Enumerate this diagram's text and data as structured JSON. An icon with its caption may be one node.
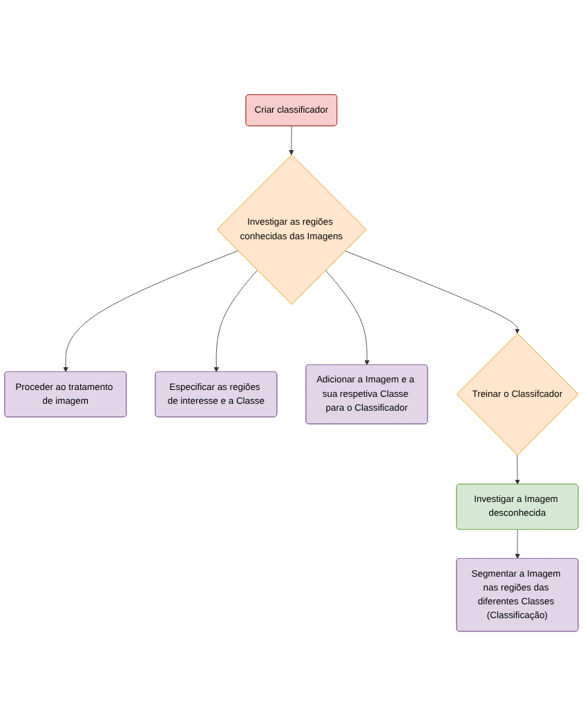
{
  "diagram": {
    "nodes": [
      {
        "text": [
          "Criar classificador"
        ]
      },
      {
        "text": [
          "Investigar as regiões conhecidas das Imagens"
        ]
      },
      {
        "text": [
          "Proceder ao tratamento de imagem"
        ]
      },
      {
        "text": [
          "Especificar as regiões de interesse e a Classe"
        ]
      },
      {
        "text": [
          "Adicionar a Imagem e a sua respetiva Classe para o Classificador"
        ]
      },
      {
        "text": [
          "Treinar o Classifcador"
        ]
      },
      {
        "text": [
          "Investigar a Imagem desconhecida"
        ]
      },
      {
        "text": [
          "Segmentar a Imagem nas regiões das diferentes Classes (Classificação)"
        ]
      }
    ],
    "edges": [
      {
        "from": 0,
        "to": 1,
        "arrow": "to"
      },
      {
        "from": 1,
        "to": 2,
        "arrow": "to"
      },
      {
        "from": 1,
        "to": 3,
        "arrow": "to"
      },
      {
        "from": 1,
        "to": 4,
        "arrow": "to"
      },
      {
        "from": 1,
        "to": 5,
        "arrow": "to"
      },
      {
        "from": 5,
        "to": 6,
        "arrow": "to"
      },
      {
        "from": 6,
        "to": 7,
        "arrow": "to"
      }
    ]
  }
}
